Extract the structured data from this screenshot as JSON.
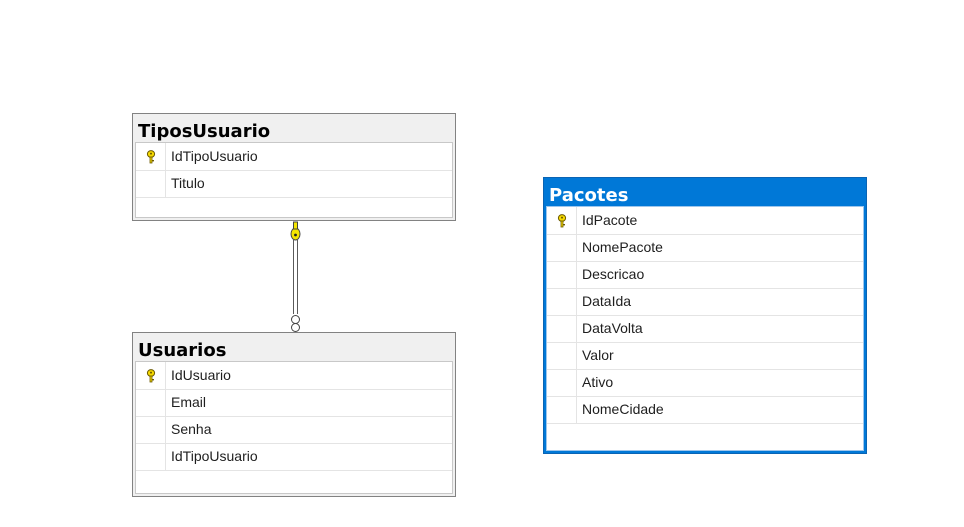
{
  "tables": [
    {
      "title": "TiposUsuario",
      "columns": [
        {
          "name": "IdTipoUsuario",
          "primary_key": true
        },
        {
          "name": "Titulo",
          "primary_key": false
        }
      ]
    },
    {
      "title": "Usuarios",
      "columns": [
        {
          "name": "IdUsuario",
          "primary_key": true
        },
        {
          "name": "Email",
          "primary_key": false
        },
        {
          "name": "Senha",
          "primary_key": false
        },
        {
          "name": "IdTipoUsuario",
          "primary_key": false
        }
      ]
    },
    {
      "title": "Pacotes",
      "selected": true,
      "columns": [
        {
          "name": "IdPacote",
          "primary_key": true
        },
        {
          "name": "NomePacote",
          "primary_key": false
        },
        {
          "name": "Descricao",
          "primary_key": false
        },
        {
          "name": "DataIda",
          "primary_key": false
        },
        {
          "name": "DataVolta",
          "primary_key": false
        },
        {
          "name": "Valor",
          "primary_key": false
        },
        {
          "name": "Ativo",
          "primary_key": false
        },
        {
          "name": "NomeCidade",
          "primary_key": false
        }
      ]
    }
  ],
  "relationships": [
    {
      "from": "Usuarios",
      "to": "TiposUsuario",
      "one_end": "key-icon",
      "many_end": "infinity-icon"
    }
  ],
  "colors": {
    "selected_header": "#0078d7",
    "header": "#f0f0f0",
    "key_icon": "#f5d800"
  }
}
